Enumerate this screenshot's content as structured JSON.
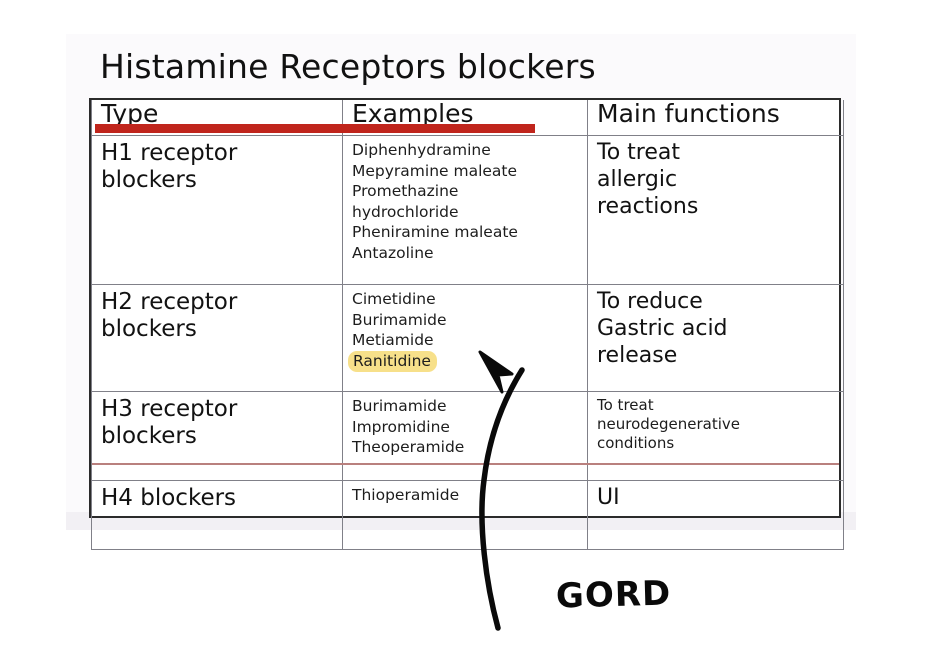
{
  "slide": {
    "title": "Histamine Receptors blockers"
  },
  "table": {
    "headers": [
      "Type",
      "Examples",
      "Main functions"
    ],
    "rows": [
      {
        "type": "H1 receptor blockers",
        "type_lines": [
          "H1 receptor",
          "blockers"
        ],
        "examples": [
          "Diphenhydramine",
          "Mepyramine maleate",
          "Promethazine",
          "hydrochloride",
          "Pheniramine maleate",
          "Antazoline"
        ],
        "function_lines": [
          "To treat",
          "allergic",
          "reactions"
        ],
        "function_size": "large"
      },
      {
        "type": "H2 receptor blockers",
        "type_lines": [
          "H2 receptor",
          "blockers"
        ],
        "examples": [
          "Cimetidine",
          "Burimamide",
          "Metiamide",
          "Ranitidine"
        ],
        "highlighted_example": "Ranitidine",
        "function_lines": [
          "To reduce",
          "Gastric acid",
          "release"
        ],
        "function_size": "large"
      },
      {
        "type": "H3 receptor blockers",
        "type_lines": [
          "H3 receptor",
          "blockers"
        ],
        "examples": [
          "Burimamide",
          "Impromidine",
          "Theoperamide"
        ],
        "function_lines": [
          "To treat",
          "neurodegenerative",
          "conditions"
        ],
        "function_size": "small"
      },
      {
        "type": "H4 blockers",
        "type_lines": [
          "H4 blockers"
        ],
        "examples": [
          "Thioperamide"
        ],
        "function_lines": [
          "UI"
        ],
        "function_size": "large"
      }
    ]
  },
  "annotation": {
    "label": "GORD",
    "points_to": "Ranitidine"
  },
  "colors": {
    "marker_red": "#c0251c",
    "marker_red_thin": "#b9807e",
    "highlight_yellow": "#f7e08a",
    "table_border": "#2b2b2b",
    "grid_line": "#808088",
    "ink_black": "#0a0a0a",
    "card_background": "#fbfafc"
  }
}
